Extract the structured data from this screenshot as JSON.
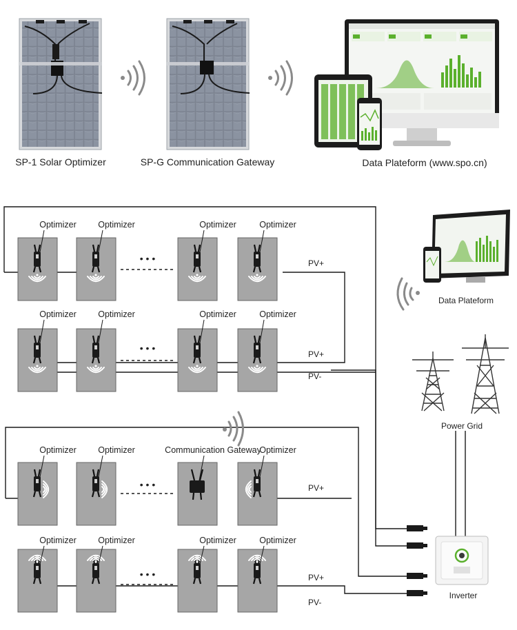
{
  "top": {
    "optimizer_caption": "SP-1 Solar Optimizer",
    "gateway_caption": "SP-G Communication Gateway",
    "platform_caption": "Data Plateform (www.spo.cn)"
  },
  "labels": {
    "optimizer": "Optimizer",
    "gateway": "Communication Gateway",
    "pv_plus": "PV+",
    "pv_minus": "PV-",
    "dots": "• • •"
  },
  "side": {
    "data_platform": "Data Plateform",
    "power_grid": "Power Grid",
    "inverter": "Inverter"
  },
  "colors": {
    "panel_gray": "#a6a6a6",
    "wire": "#1a1a1a",
    "chart_green": "#5bb02d",
    "solar_cell": "#7d8592"
  }
}
